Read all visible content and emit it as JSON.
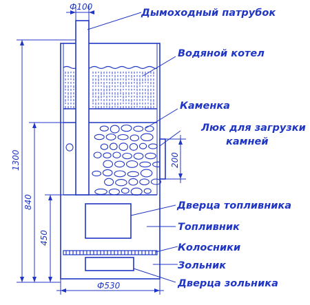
{
  "labels": {
    "chimney_pipe": "Дымоходный патрубок",
    "water_boiler": "Водяной котел",
    "stove_heater": "Каменка",
    "stone_hatch_line1": "Люк для загрузки",
    "stone_hatch_line2": "камней",
    "fuel_door": "Дверца топливника",
    "firebox": "Топливник",
    "grates": "Колосники",
    "ash_pit": "Зольник",
    "ash_door": "Дверца зольника"
  },
  "dimensions": {
    "pipe_diameter": "Ф100",
    "base_diameter": "Ф530",
    "total_height": "1300",
    "height_840": "840",
    "height_450": "450",
    "hatch_height": "200"
  },
  "colors": {
    "ink": "#1f35c4",
    "background": "#ffffff"
  }
}
